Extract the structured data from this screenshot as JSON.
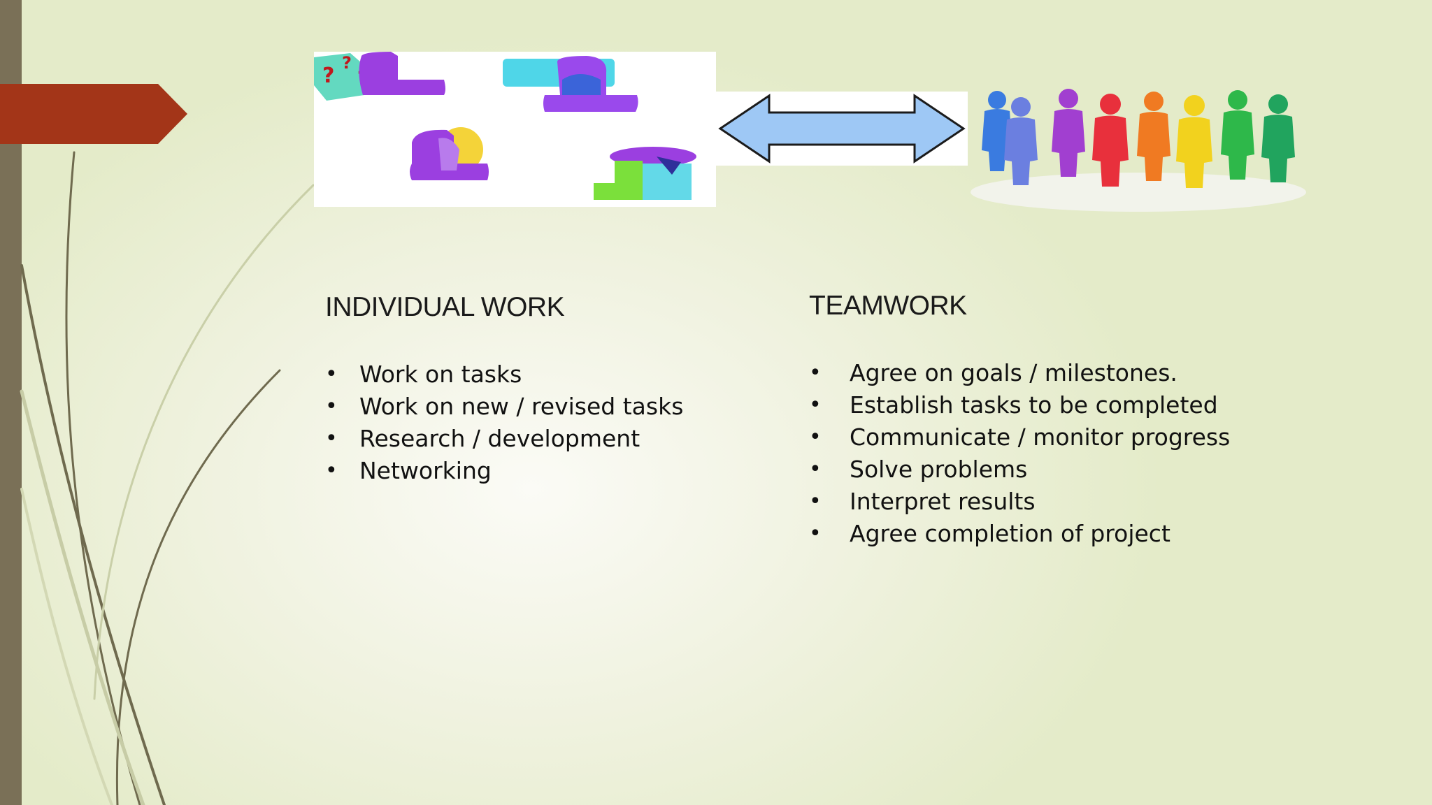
{
  "slide": {
    "colors": {
      "left_bar": "#7a7057",
      "tab": "#a33518",
      "arrow_fill": "#9ec8f5"
    },
    "images": {
      "left": "puzzle-people-icons",
      "middle": "double-headed-arrow",
      "right": "colorful-team-figures"
    },
    "individual": {
      "heading": "INDIVIDUAL WORK",
      "items": [
        "Work on tasks",
        "Work on new / revised tasks",
        "Research / development",
        "Networking"
      ]
    },
    "team": {
      "heading": "TEAMWORK",
      "items": [
        "Agree on goals / milestones.",
        "Establish tasks to be completed",
        "Communicate / monitor progress",
        "Solve problems",
        "Interpret results",
        "Agree completion of project"
      ]
    },
    "bullet_char": "•"
  }
}
